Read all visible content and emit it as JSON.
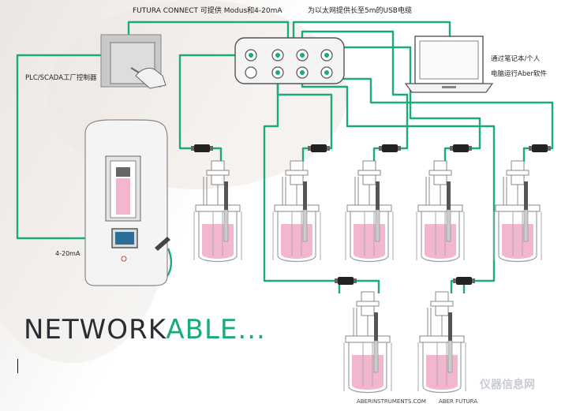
{
  "labels": {
    "futura_connect": "FUTURA CONNECT 可提供 Modus和4-20mA",
    "ethernet": "为以太网提供长至5m的USB电缆",
    "plc": "PLC/SCADA工厂控制器",
    "laptop_line1": "通过笔记本/个人",
    "laptop_line2": "电脑运行Aber软件",
    "analog": "4-20mA",
    "brand_main": "NETWORK",
    "brand_highlight": "ABLE...",
    "website": "ABERINSTRUMENTS.COM",
    "product": "ABER FUTURA",
    "watermark": "仪器信息网"
  },
  "colors": {
    "cable": "#1aaa7e",
    "liquid": "#f3b6cf",
    "vessel_outline": "#9aa0a6",
    "text": "#222222",
    "brand_accent": "#1aaa7e"
  },
  "icons": [
    "touch-panel-icon",
    "hub-icon",
    "laptop-icon",
    "controller-icon",
    "bioreactor-icon",
    "connector-icon",
    "probe-icon"
  ]
}
